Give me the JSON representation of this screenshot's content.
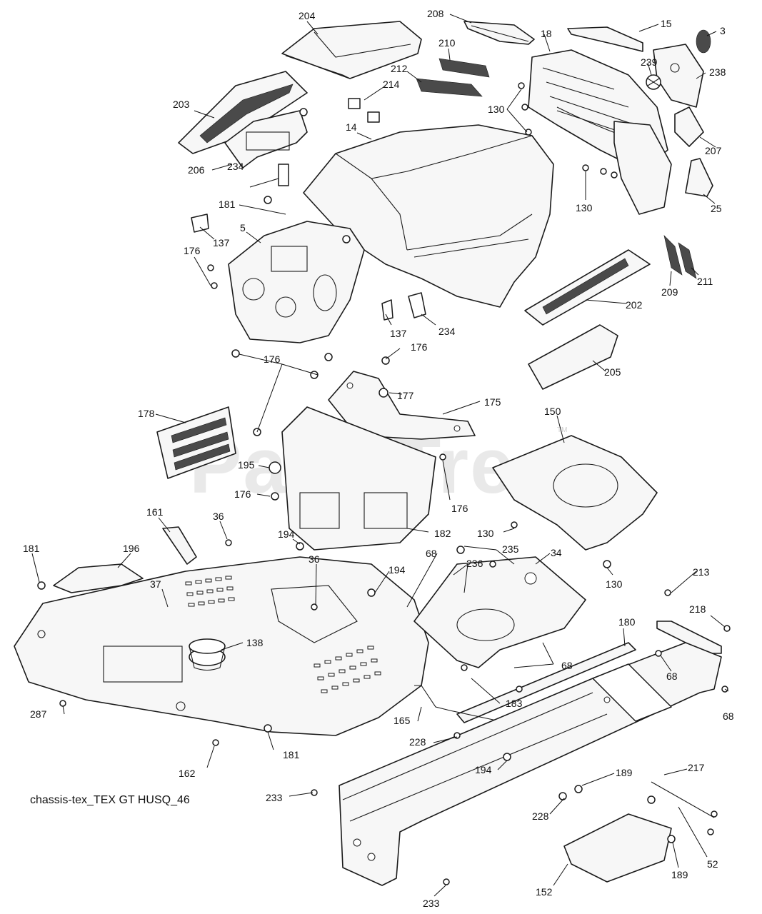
{
  "diagram": {
    "caption": "chassis-tex_TEX GT HUSQ_46",
    "watermark": "PartsTree",
    "watermark_tm": "TM",
    "callouts": [
      "204",
      "208",
      "15",
      "3",
      "210",
      "18",
      "212",
      "239",
      "238",
      "214",
      "130",
      "203",
      "14",
      "207",
      "206",
      "234",
      "130",
      "25",
      "181",
      "137",
      "5",
      "176",
      "209",
      "211",
      "202",
      "137",
      "234",
      "176",
      "176",
      "205",
      "177",
      "175",
      "178",
      "150",
      "195",
      "176",
      "176",
      "161",
      "36",
      "182",
      "130",
      "181",
      "196",
      "194",
      "235",
      "34",
      "36",
      "37",
      "194",
      "68",
      "236",
      "130",
      "213",
      "218",
      "138",
      "180",
      "68",
      "68",
      "287",
      "183",
      "68",
      "165",
      "228",
      "181",
      "162",
      "194",
      "189",
      "217",
      "233",
      "228",
      "52",
      "189",
      "152",
      "233"
    ]
  }
}
